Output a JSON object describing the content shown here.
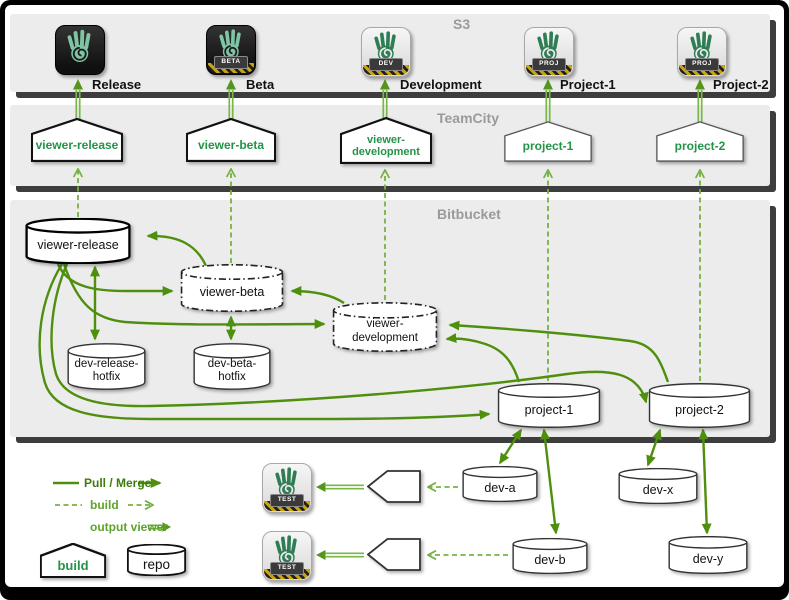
{
  "diagram": {
    "layers": [
      {
        "name": "S3",
        "targets": [
          {
            "label": "Release",
            "badge": "",
            "icon": "viewer-hand-icon",
            "style": "dark"
          },
          {
            "label": "Beta",
            "badge": "BETA",
            "icon": "viewer-hand-icon",
            "style": "dark"
          },
          {
            "label": "Development",
            "badge": "DEV",
            "icon": "viewer-hand-icon",
            "style": "light"
          },
          {
            "label": "Project-1",
            "badge": "PROJ",
            "icon": "viewer-hand-icon",
            "style": "light"
          },
          {
            "label": "Project-2",
            "badge": "PROJ",
            "icon": "viewer-hand-icon",
            "style": "light"
          }
        ]
      },
      {
        "name": "TeamCity",
        "builds": [
          {
            "label": "viewer-release"
          },
          {
            "label": "viewer-beta"
          },
          {
            "label": "viewer-development"
          },
          {
            "label": "project-1"
          },
          {
            "label": "project-2"
          }
        ]
      },
      {
        "name": "Bitbucket",
        "repos": [
          {
            "label": "viewer-release",
            "border": "solid-bold"
          },
          {
            "label": "viewer-beta",
            "border": "dash-dot"
          },
          {
            "label": "viewer-development",
            "border": "dash-dot"
          },
          {
            "label": "dev-release-hotfix",
            "border": "solid"
          },
          {
            "label": "dev-beta-hotfix",
            "border": "solid"
          },
          {
            "label": "project-1",
            "border": "solid"
          },
          {
            "label": "project-2",
            "border": "solid"
          }
        ]
      }
    ],
    "workstations": {
      "test_badge": "TEST",
      "repos": [
        {
          "label": "dev-a"
        },
        {
          "label": "dev-b"
        },
        {
          "label": "dev-x"
        },
        {
          "label": "dev-y"
        }
      ]
    },
    "legend": {
      "pull_merge": "Pull / Merge",
      "build": "build",
      "output_viewer": "output viewer",
      "build_shape_label": "build",
      "repo_shape_label": "repo"
    },
    "edges": [
      {
        "from": "teamcity/viewer-release",
        "to": "s3/Release",
        "type": "output-viewer"
      },
      {
        "from": "teamcity/viewer-beta",
        "to": "s3/Beta",
        "type": "output-viewer"
      },
      {
        "from": "teamcity/viewer-development",
        "to": "s3/Development",
        "type": "output-viewer"
      },
      {
        "from": "teamcity/project-1",
        "to": "s3/Project-1",
        "type": "output-viewer"
      },
      {
        "from": "teamcity/project-2",
        "to": "s3/Project-2",
        "type": "output-viewer"
      },
      {
        "from": "bitbucket/viewer-release",
        "to": "teamcity/viewer-release",
        "type": "build"
      },
      {
        "from": "bitbucket/viewer-beta",
        "to": "teamcity/viewer-beta",
        "type": "build"
      },
      {
        "from": "bitbucket/viewer-development",
        "to": "teamcity/viewer-development",
        "type": "build"
      },
      {
        "from": "bitbucket/project-1",
        "to": "teamcity/project-1",
        "type": "build"
      },
      {
        "from": "bitbucket/project-2",
        "to": "teamcity/project-2",
        "type": "build"
      },
      {
        "from": "bitbucket/viewer-beta",
        "to": "bitbucket/viewer-release",
        "type": "pull-merge"
      },
      {
        "from": "bitbucket/viewer-release",
        "to": "bitbucket/viewer-beta",
        "type": "pull-merge"
      },
      {
        "from": "bitbucket/viewer-release",
        "to": "bitbucket/dev-release-hotfix",
        "type": "pull-merge",
        "bidirectional": true
      },
      {
        "from": "bitbucket/viewer-beta",
        "to": "bitbucket/dev-beta-hotfix",
        "type": "pull-merge",
        "bidirectional": true
      },
      {
        "from": "bitbucket/viewer-development",
        "to": "bitbucket/viewer-beta",
        "type": "pull-merge"
      },
      {
        "from": "bitbucket/viewer-release",
        "to": "bitbucket/viewer-development",
        "type": "pull-merge"
      },
      {
        "from": "bitbucket/project-1",
        "to": "bitbucket/viewer-development",
        "type": "pull-merge"
      },
      {
        "from": "bitbucket/project-2",
        "to": "bitbucket/viewer-development",
        "type": "pull-merge"
      },
      {
        "from": "bitbucket/viewer-release",
        "to": "bitbucket/project-1",
        "type": "pull-merge"
      },
      {
        "from": "bitbucket/viewer-release",
        "to": "bitbucket/project-2",
        "type": "pull-merge"
      },
      {
        "from": "bitbucket/project-1",
        "to": "dev-a",
        "type": "pull-merge",
        "bidirectional": true
      },
      {
        "from": "bitbucket/project-1",
        "to": "dev-b",
        "type": "pull-merge",
        "bidirectional": true
      },
      {
        "from": "bitbucket/project-2",
        "to": "dev-x",
        "type": "pull-merge",
        "bidirectional": true
      },
      {
        "from": "bitbucket/project-2",
        "to": "dev-y",
        "type": "pull-merge",
        "bidirectional": true
      },
      {
        "from": "dev-a",
        "to": "build-left-1",
        "type": "build"
      },
      {
        "from": "dev-b",
        "to": "build-left-2",
        "type": "build"
      },
      {
        "from": "build-left-1",
        "to": "test-icon-1",
        "type": "output-viewer"
      },
      {
        "from": "build-left-2",
        "to": "test-icon-2",
        "type": "output-viewer"
      }
    ],
    "colors": {
      "pull_merge_arrow": "#4f8f0e",
      "build_arrow": "#76b243",
      "output_viewer_arrow": "#79b648",
      "green_label": "#239348",
      "band_background": "#ececec",
      "band_shadow": "#3d3d3d"
    }
  }
}
